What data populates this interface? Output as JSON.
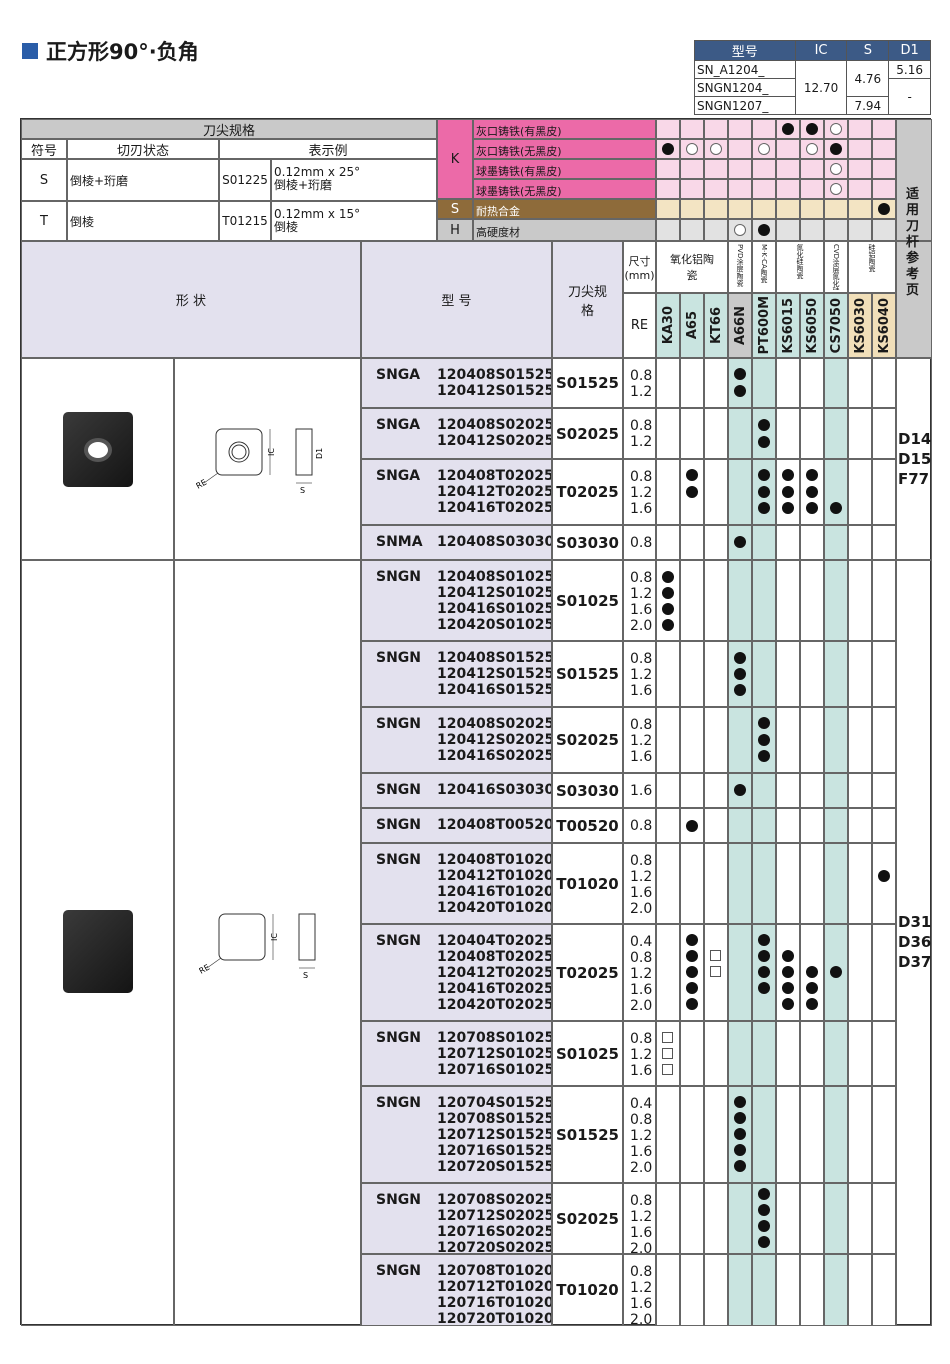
{
  "page_title": "正方形90°·负角",
  "spec_table": {
    "headers": [
      "型号",
      "IC",
      "S",
      "D1"
    ],
    "rows": [
      [
        "SN_A1204_",
        "12.70",
        "4.76",
        "5.16"
      ],
      [
        "SNGN1204_",
        "",
        "",
        ""
      ],
      [
        "SNGN1207_",
        "",
        "7.94",
        "-"
      ]
    ]
  },
  "edge_spec": {
    "title": "刀尖规格",
    "headers": [
      "符号",
      "切刃状态",
      "表示例"
    ],
    "rows": [
      {
        "sym": "S",
        "state": "倒棱+珩磨",
        "code": "S01225",
        "desc1": "0.12mm x 25°",
        "desc2": "倒棱+珩磨"
      },
      {
        "sym": "T",
        "state": "倒棱",
        "code": "T01215",
        "desc1": "0.12mm x 15°",
        "desc2": "倒棱"
      }
    ]
  },
  "materials": {
    "K_label": "K",
    "S_label": "S",
    "H_label": "H",
    "K_rows": [
      "灰口铸铁(有黑皮)",
      "灰口铸铁(无黑皮)",
      "球墨铸铁(有黑皮)",
      "球墨铸铁(无黑皮)"
    ],
    "S_row": "耐热合金",
    "H_row": "高硬度材"
  },
  "headers": {
    "shape": "形 状",
    "model": "型 号",
    "edge": "刀尖规格",
    "size": "尺寸(mm)",
    "re": "RE",
    "alumina": "氧化铝陶瓷",
    "pvd": "PVD涂层陶瓷",
    "sialon": "M·K·CA陶瓷",
    "sin": "氮化硅陶瓷",
    "cvd": "CVD涂层氮化硅陶瓷",
    "whisker": "硅铝陶瓷",
    "ref": "适用刀杆参考页"
  },
  "grades": [
    "KA30",
    "A65",
    "KT66",
    "A66N",
    "PT600M",
    "KS6015",
    "KS6050",
    "CS7050",
    "KS6030",
    "KS6040"
  ],
  "ref_pages": {
    "g1": "D14 D15 F77",
    "g2": "D31 D36 D37"
  },
  "groups": [
    {
      "prefix": "SNGA",
      "codes": [
        "120408S01525",
        "120412S01525"
      ],
      "edge": "S01525",
      "re": [
        "0.8",
        "1.2"
      ]
    },
    {
      "prefix": "SNGA",
      "codes": [
        "120408S02025",
        "120412S02025"
      ],
      "edge": "S02025",
      "re": [
        "0.8",
        "1.2"
      ]
    },
    {
      "prefix": "SNGA",
      "codes": [
        "120408T02025",
        "120412T02025",
        "120416T02025"
      ],
      "edge": "T02025",
      "re": [
        "0.8",
        "1.2",
        "1.6"
      ]
    },
    {
      "prefix": "SNMA",
      "codes": [
        "120408S03030"
      ],
      "edge": "S03030",
      "re": [
        "0.8"
      ]
    },
    {
      "prefix": "SNGN",
      "codes": [
        "120408S01025",
        "120412S01025",
        "120416S01025",
        "120420S01025"
      ],
      "edge": "S01025",
      "re": [
        "0.8",
        "1.2",
        "1.6",
        "2.0"
      ]
    },
    {
      "prefix": "SNGN",
      "codes": [
        "120408S01525",
        "120412S01525",
        "120416S01525"
      ],
      "edge": "S01525",
      "re": [
        "0.8",
        "1.2",
        "1.6"
      ]
    },
    {
      "prefix": "SNGN",
      "codes": [
        "120408S02025",
        "120412S02025",
        "120416S02025"
      ],
      "edge": "S02025",
      "re": [
        "0.8",
        "1.2",
        "1.6"
      ]
    },
    {
      "prefix": "SNGN",
      "codes": [
        "120416S03030"
      ],
      "edge": "S03030",
      "re": [
        "1.6"
      ]
    },
    {
      "prefix": "SNGN",
      "codes": [
        "120408T00520"
      ],
      "edge": "T00520",
      "re": [
        "0.8"
      ]
    },
    {
      "prefix": "SNGN",
      "codes": [
        "120408T01020",
        "120412T01020",
        "120416T01020",
        "120420T01020"
      ],
      "edge": "T01020",
      "re": [
        "0.8",
        "1.2",
        "1.6",
        "2.0"
      ]
    },
    {
      "prefix": "SNGN",
      "codes": [
        "120404T02025",
        "120408T02025",
        "120412T02025",
        "120416T02025",
        "120420T02025"
      ],
      "edge": "T02025",
      "re": [
        "0.4",
        "0.8",
        "1.2",
        "1.6",
        "2.0"
      ]
    },
    {
      "prefix": "SNGN",
      "codes": [
        "120708S01025",
        "120712S01025",
        "120716S01025"
      ],
      "edge": "S01025",
      "re": [
        "0.8",
        "1.2",
        "1.6"
      ]
    },
    {
      "prefix": "SNGN",
      "codes": [
        "120704S01525",
        "120708S01525",
        "120712S01525",
        "120716S01525",
        "120720S01525"
      ],
      "edge": "S01525",
      "re": [
        "0.4",
        "0.8",
        "1.2",
        "1.6",
        "2.0"
      ]
    },
    {
      "prefix": "SNGN",
      "codes": [
        "120708S02025",
        "120712S02025",
        "120716S02025",
        "120720S02025"
      ],
      "edge": "S02025",
      "re": [
        "0.8",
        "1.2",
        "1.6",
        "2.0"
      ]
    },
    {
      "prefix": "SNGN",
      "codes": [
        "120708T01020",
        "120712T01020",
        "120716T01020",
        "120720T01020"
      ],
      "edge": "T01020",
      "re": [
        "0.8",
        "1.2",
        "1.6",
        "2.0"
      ]
    }
  ],
  "diagram_labels": {
    "ic": "IC",
    "s": "S",
    "d1": "D1",
    "re": "RE"
  }
}
